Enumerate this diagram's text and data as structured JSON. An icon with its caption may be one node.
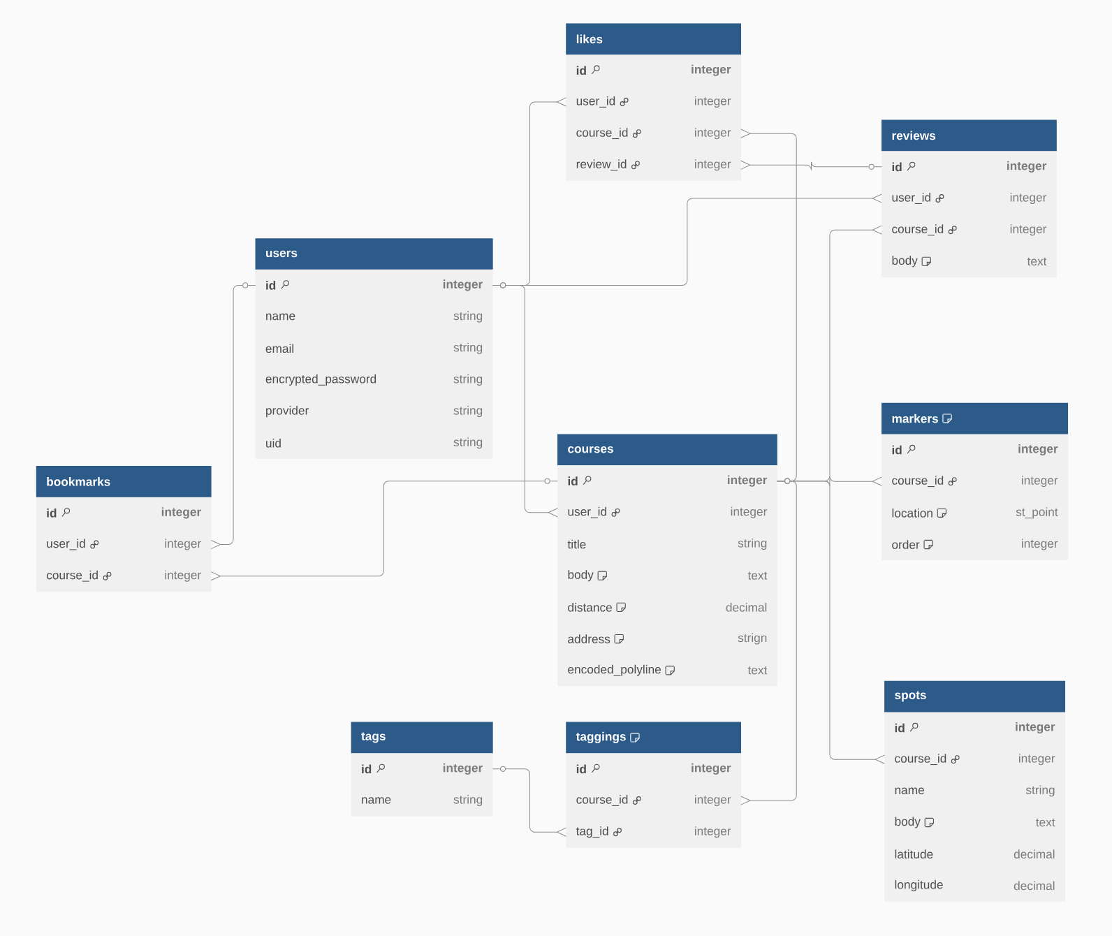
{
  "diagram": {
    "nodes": [
      {
        "text": [
          "likes"
        ]
      },
      {
        "text": [
          "id",
          "integer"
        ],
        "in": 0
      },
      {
        "text": [
          "user_id",
          "integer"
        ],
        "in": 0
      },
      {
        "text": [
          "course_id",
          "integer"
        ],
        "in": 0
      },
      {
        "text": [
          "review_id",
          "integer"
        ],
        "in": 0
      },
      {
        "text": [
          "reviews"
        ]
      },
      {
        "text": [
          "id",
          "integer"
        ],
        "in": 5
      },
      {
        "text": [
          "user_id",
          "integer"
        ],
        "in": 5
      },
      {
        "text": [
          "course_id",
          "integer"
        ],
        "in": 5
      },
      {
        "text": [
          "body",
          "text"
        ],
        "in": 5
      },
      {
        "text": [
          "users"
        ]
      },
      {
        "text": [
          "id",
          "integer"
        ],
        "in": 10
      },
      {
        "text": [
          "name",
          "string"
        ],
        "in": 10
      },
      {
        "text": [
          "email",
          "string"
        ],
        "in": 10
      },
      {
        "text": [
          "encrypted_password",
          "string"
        ],
        "in": 10
      },
      {
        "text": [
          "provider",
          "string"
        ],
        "in": 10
      },
      {
        "text": [
          "uid",
          "string"
        ],
        "in": 10
      },
      {
        "text": [
          "markers"
        ]
      },
      {
        "text": [
          "id",
          "integer"
        ],
        "in": 17
      },
      {
        "text": [
          "course_id",
          "integer"
        ],
        "in": 17
      },
      {
        "text": [
          "location",
          "st_point"
        ],
        "in": 17
      },
      {
        "text": [
          "order",
          "integer"
        ],
        "in": 17
      },
      {
        "text": [
          "courses"
        ]
      },
      {
        "text": [
          "id",
          "integer"
        ],
        "in": 22
      },
      {
        "text": [
          "user_id",
          "integer"
        ],
        "in": 22
      },
      {
        "text": [
          "title",
          "string"
        ],
        "in": 22
      },
      {
        "text": [
          "body",
          "text"
        ],
        "in": 22
      },
      {
        "text": [
          "distance",
          "decimal"
        ],
        "in": 22
      },
      {
        "text": [
          "address",
          "strign"
        ],
        "in": 22
      },
      {
        "text": [
          "encoded_polyline",
          "text"
        ],
        "in": 22
      },
      {
        "text": [
          "bookmarks"
        ]
      },
      {
        "text": [
          "id",
          "integer"
        ],
        "in": 30
      },
      {
        "text": [
          "user_id",
          "integer"
        ],
        "in": 30
      },
      {
        "text": [
          "course_id",
          "integer"
        ],
        "in": 30
      },
      {
        "text": [
          "spots"
        ]
      },
      {
        "text": [
          "id",
          "integer"
        ],
        "in": 34
      },
      {
        "text": [
          "course_id",
          "integer"
        ],
        "in": 34
      },
      {
        "text": [
          "name",
          "string"
        ],
        "in": 34
      },
      {
        "text": [
          "body",
          "text"
        ],
        "in": 34
      },
      {
        "text": [
          "latitude",
          "decimal"
        ],
        "in": 34
      },
      {
        "text": [
          "longitude",
          "decimal"
        ],
        "in": 34
      },
      {
        "text": [
          "tags"
        ]
      },
      {
        "text": [
          "id",
          "integer"
        ],
        "in": 41
      },
      {
        "text": [
          "name",
          "string"
        ],
        "in": 41
      },
      {
        "text": [
          "taggings"
        ]
      },
      {
        "text": [
          "id",
          "integer"
        ],
        "in": 44
      },
      {
        "text": [
          "course_id",
          "integer"
        ],
        "in": 44
      },
      {
        "text": [
          "tag_id",
          "integer"
        ],
        "in": 44
      }
    ],
    "edges": [
      {
        "from": 11,
        "to": 2,
        "arrow": "other"
      },
      {
        "from": 11,
        "to": 7,
        "arrow": "other"
      },
      {
        "from": 11,
        "to": 24,
        "arrow": "other"
      },
      {
        "from": 11,
        "to": 32,
        "arrow": "other"
      },
      {
        "from": 23,
        "to": 3,
        "arrow": "other"
      },
      {
        "from": 6,
        "to": 4,
        "arrow": "other"
      },
      {
        "from": 23,
        "to": 8,
        "arrow": "other"
      },
      {
        "from": 23,
        "to": 19,
        "arrow": "other"
      },
      {
        "from": 23,
        "to": 36,
        "arrow": "other"
      },
      {
        "from": 23,
        "to": 33,
        "arrow": "other"
      },
      {
        "from": 23,
        "to": 46,
        "arrow": "other"
      },
      {
        "from": 42,
        "to": 47,
        "arrow": "other"
      }
    ]
  }
}
